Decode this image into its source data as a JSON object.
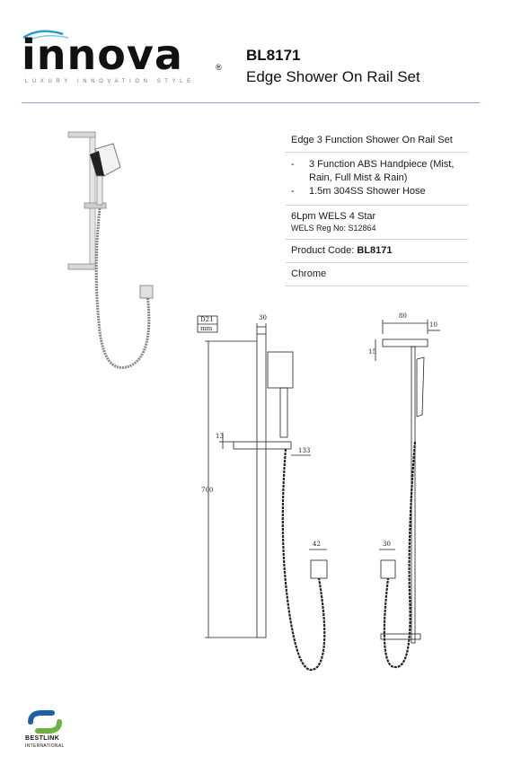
{
  "brand": {
    "wordmark": "innova",
    "registered": "®",
    "tagline": "LUXURY INNOVATION STYLE",
    "accent": "#2a9ad6"
  },
  "header": {
    "code": "BL8171",
    "name": "Edge Shower On Rail Set"
  },
  "spec": {
    "title": "Edge 3 Function Shower On Rail Set",
    "bullets": [
      {
        "dash": "-",
        "text": "3 Function ABS Handpiece (Mist, Rain, Full Mist & Rain)"
      },
      {
        "dash": "-",
        "text": "1.5m 304SS Shower Hose"
      }
    ],
    "wels_rating": "6Lpm WELS 4 Star",
    "wels_reg": "WELS Reg No: S12864",
    "product_code_label": "Product Code: ",
    "product_code": "BL8171",
    "finish": "Chrome"
  },
  "drawing": {
    "front": {
      "top_width": "30",
      "note": "D21",
      "note_unit": "mm",
      "bracket": "13",
      "holder_depth": "133",
      "height": "700",
      "outlet": "42"
    },
    "side": {
      "top_width": "80",
      "top_offset": "10",
      "top_drop": "15",
      "outlet": "30"
    }
  },
  "footer": {
    "logo_name": "BESTLINK",
    "logo_sub": "INTERNATIONAL",
    "logo_colors": [
      "#1f5faa",
      "#6cb23f"
    ]
  }
}
